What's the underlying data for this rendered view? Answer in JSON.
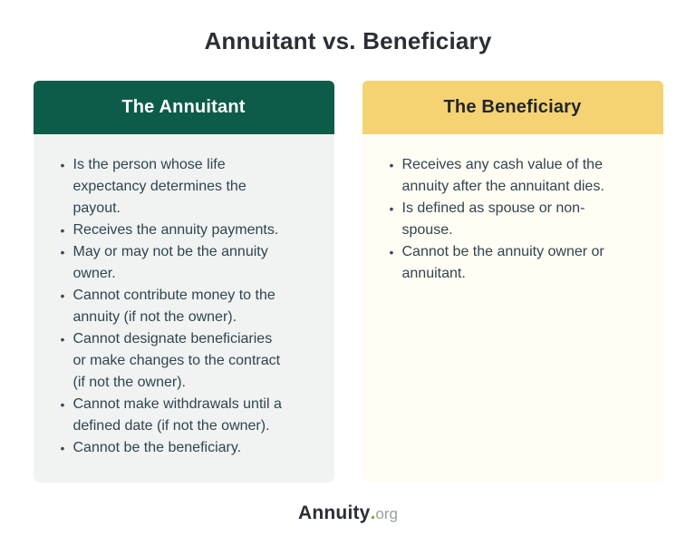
{
  "page": {
    "title": "Annuitant vs. Beneficiary"
  },
  "columns": [
    {
      "header": "The Annuitant",
      "bullets": [
        "Is the person whose life\nexpectancy determines the\npayout.",
        "Receives the annuity payments.",
        "May or may not be the annuity\nowner.",
        "Cannot contribute money to the\nannuity (if not the owner).",
        "Cannot designate beneficiaries\nor make changes to the contract\n(if not the owner).",
        "Cannot make withdrawals until a\ndefined date (if not the owner).",
        "Cannot be the beneficiary."
      ]
    },
    {
      "header": "The Beneficiary",
      "bullets": [
        "Receives any cash value of the\nannuity after the annuitant dies.",
        "Is defined as spouse or non-\nspouse.",
        "Cannot be the annuity owner or\nannuitant."
      ]
    }
  ],
  "footer": {
    "logo_main": "Annuity",
    "logo_dot": ".",
    "logo_tld": "org"
  },
  "theme": {
    "annuitant_header_bg": "#0d5c49",
    "annuitant_header_text": "#ffffff",
    "annuitant_body_bg": "#f0f3f2",
    "beneficiary_header_bg": "#f5d272",
    "beneficiary_header_text": "#23262b",
    "beneficiary_body_bg": "#fffdf4",
    "bullet_text": "#31444e",
    "title_text": "#2b2e34",
    "logo_dot_green": "#70b544",
    "logo_tld_gray": "#9aa0a6"
  }
}
